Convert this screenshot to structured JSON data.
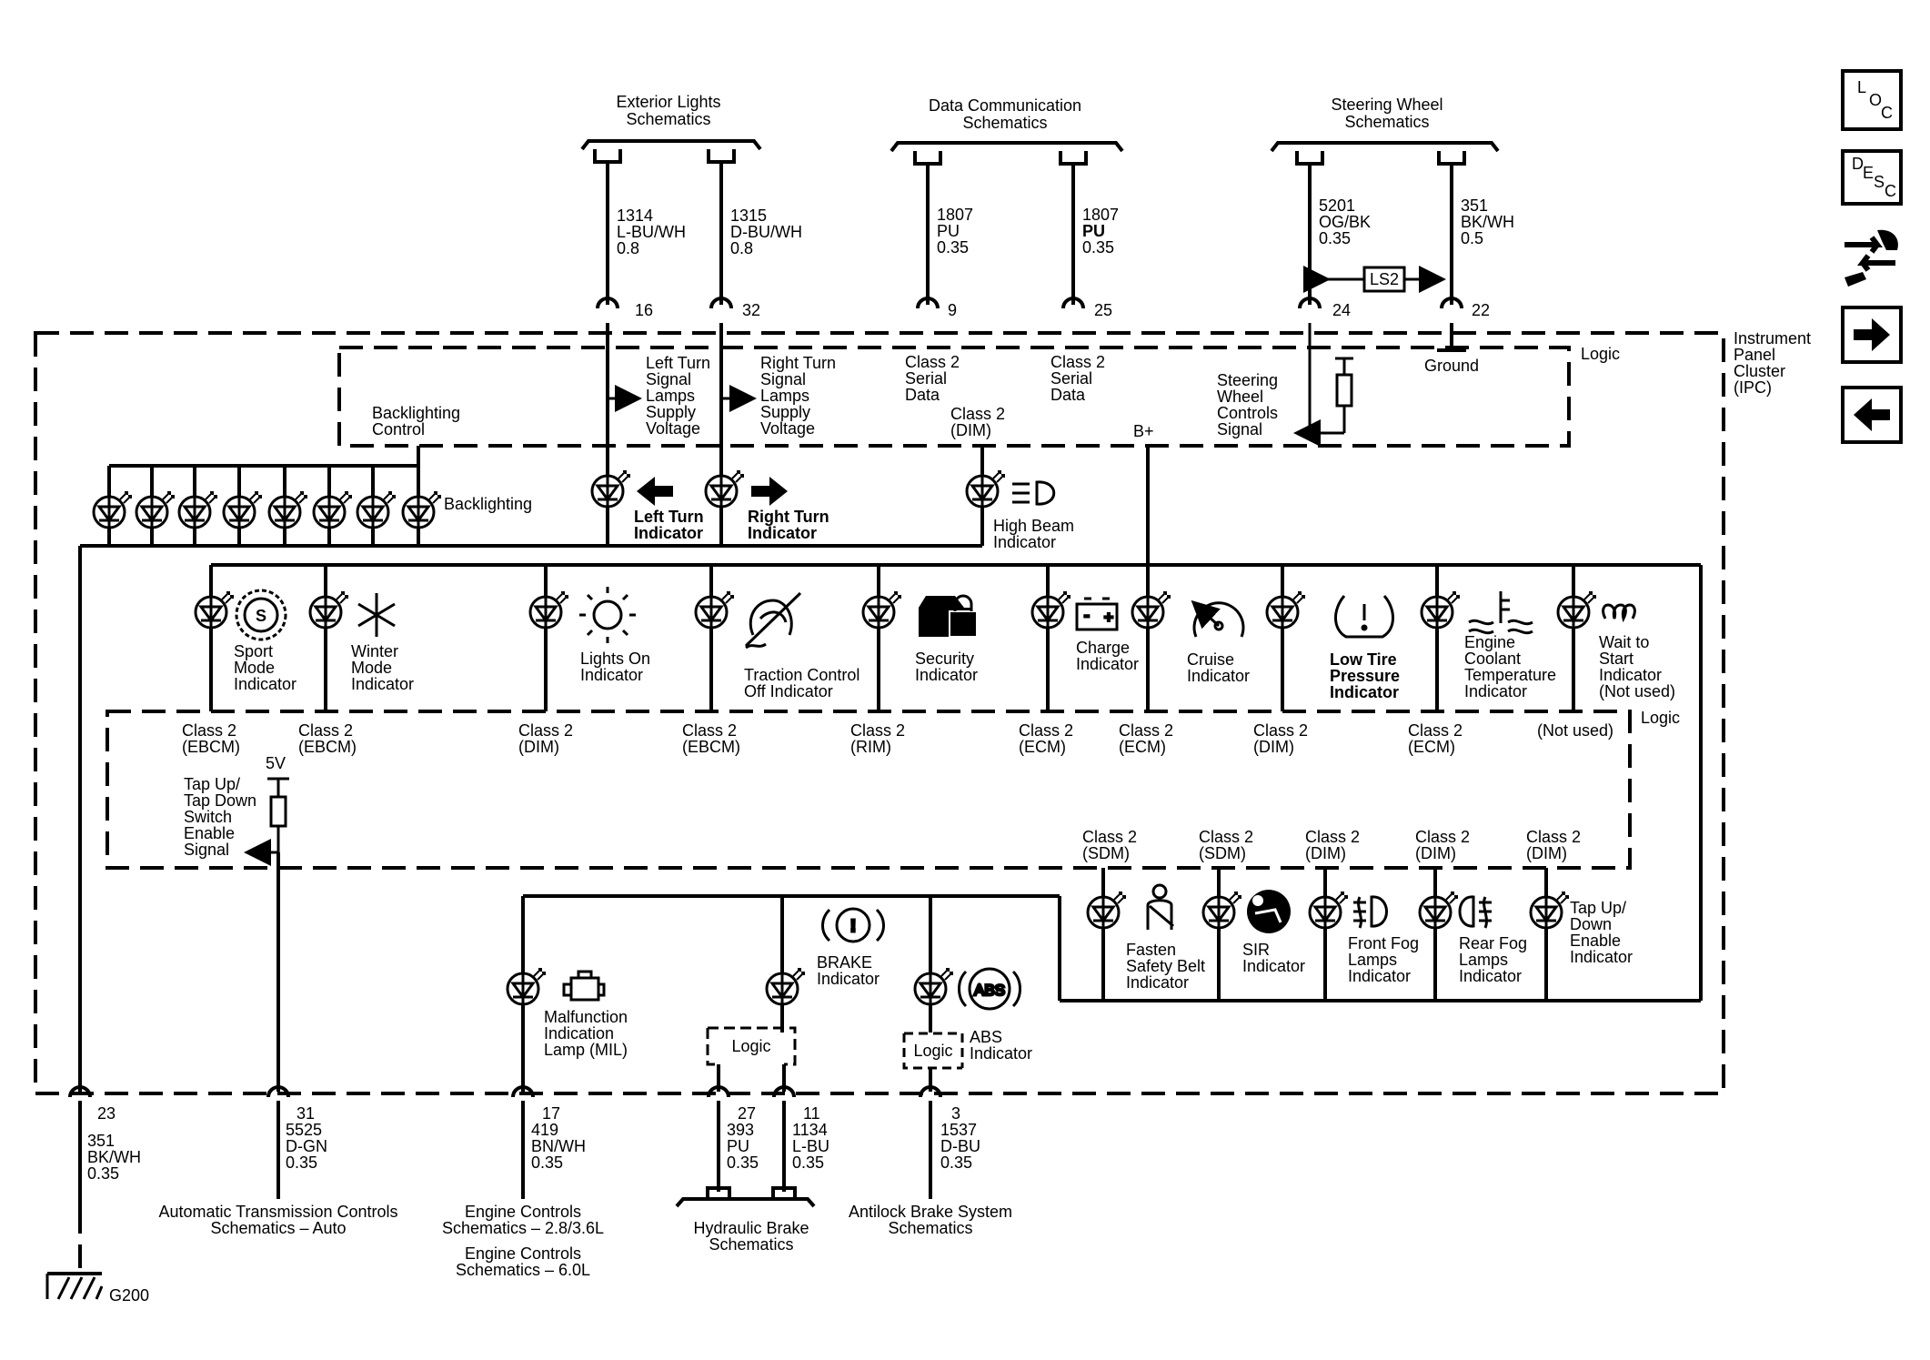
{
  "top_groups": {
    "exterior": "Exterior Lights Schematics",
    "datacomm": "Data Communication Schematics",
    "steering": "Steering Wheel Schematics"
  },
  "top_wires": [
    {
      "circuit": "1314",
      "color": "L-BU/WH",
      "gauge": "0.8",
      "pin": "16"
    },
    {
      "circuit": "1315",
      "color": "D-BU/WH",
      "gauge": "0.8",
      "pin": "32"
    },
    {
      "circuit": "1807",
      "color": "PU",
      "gauge": "0.35",
      "pin": "9"
    },
    {
      "circuit": "1807",
      "color": "PU",
      "gauge": "0.35",
      "pin": "25"
    },
    {
      "circuit": "5201",
      "color": "OG/BK",
      "gauge": "0.35",
      "pin": "24"
    },
    {
      "circuit": "351",
      "color": "BK/WH",
      "gauge": "0.5",
      "pin": "22"
    }
  ],
  "ls2": "LS2",
  "ipc_label": [
    "Instrument",
    "Panel",
    "Cluster",
    "(IPC)"
  ],
  "logic": "Logic",
  "upper_logic": {
    "backlighting_control": [
      "Backlighting",
      "Control"
    ],
    "left_turn": [
      "Left Turn",
      "Signal",
      "Lamps",
      "Supply",
      "Voltage"
    ],
    "right_turn": [
      "Right Turn",
      "Signal",
      "Lamps",
      "Supply",
      "Voltage"
    ],
    "class2_a": [
      "Class 2",
      "Serial",
      "Data"
    ],
    "class2_b": [
      "Class 2",
      "Serial",
      "Data"
    ],
    "class2_dim": [
      "Class 2",
      "(DIM)"
    ],
    "bplus": "B+",
    "steering_controls": [
      "Steering",
      "Wheel",
      "Controls",
      "Signal"
    ],
    "ground": "Ground"
  },
  "backlighting": "Backlighting",
  "left_turn_indicator": [
    "Left Turn",
    "Indicator"
  ],
  "right_turn_indicator": [
    "Right Turn",
    "Indicator"
  ],
  "high_beam_indicator": [
    "High Beam",
    "Indicator"
  ],
  "mid_indicators": [
    [
      "Sport",
      "Mode",
      "Indicator"
    ],
    [
      "Winter",
      "Mode",
      "Indicator"
    ],
    [
      "Lights On",
      "Indicator"
    ],
    [
      "Traction Control",
      "Off Indicator"
    ],
    [
      "Security",
      "Indicator"
    ],
    [
      "Charge",
      "Indicator"
    ],
    [
      "Cruise",
      "Indicator"
    ],
    [
      "Low Tire",
      "Pressure",
      "Indicator"
    ],
    [
      "Engine",
      "Coolant",
      "Temperature",
      "Indicator"
    ],
    [
      "Wait to",
      "Start",
      "Indicator",
      "(Not used)"
    ]
  ],
  "mid_logic_labels": [
    [
      "Class 2",
      "(EBCM)"
    ],
    [
      "Class 2",
      "(EBCM)"
    ],
    [
      "Class 2",
      "(DIM)"
    ],
    [
      "Class 2",
      "(EBCM)"
    ],
    [
      "Class 2",
      "(RIM)"
    ],
    [
      "Class 2",
      "(ECM)"
    ],
    [
      "Class 2",
      "(ECM)"
    ],
    [
      "Class 2",
      "(DIM)"
    ],
    [
      "Class 2",
      "(ECM)"
    ],
    [
      "(Not used)"
    ]
  ],
  "tap_switch": {
    "voltage": "5V",
    "label": [
      "Tap Up/",
      "Tap Down",
      "Switch",
      "Enable",
      "Signal"
    ]
  },
  "lower_logic_labels": [
    [
      "Class 2",
      "(SDM)"
    ],
    [
      "Class 2",
      "(SDM)"
    ],
    [
      "Class 2",
      "(DIM)"
    ],
    [
      "Class 2",
      "(DIM)"
    ],
    [
      "Class 2",
      "(DIM)"
    ]
  ],
  "lower_indicators": [
    [
      "Fasten",
      "Safety Belt",
      "Indicator"
    ],
    [
      "SIR",
      "Indicator"
    ],
    [
      "Front Fog",
      "Lamps",
      "Indicator"
    ],
    [
      "Rear Fog",
      "Lamps",
      "Indicator"
    ],
    [
      "Tap Up/",
      "Down",
      "Enable",
      "Indicator"
    ]
  ],
  "mil": [
    "Malfunction",
    "Indication",
    "Lamp (MIL)"
  ],
  "brake": [
    "BRAKE",
    "Indicator"
  ],
  "abs": [
    "ABS",
    "Indicator"
  ],
  "abs_symbol": "ABS",
  "brake_symbol": "!",
  "sport_symbol": "S",
  "bottom_wires": [
    {
      "pin": "23",
      "circuit": "351",
      "color": "BK/WH",
      "gauge": "0.35"
    },
    {
      "pin": "31",
      "circuit": "5525",
      "color": "D-GN",
      "gauge": "0.35"
    },
    {
      "pin": "17",
      "circuit": "419",
      "color": "BN/WH",
      "gauge": "0.35"
    },
    {
      "pin": "27",
      "circuit": "393",
      "color": "PU",
      "gauge": "0.35"
    },
    {
      "pin": "11",
      "circuit": "1134",
      "color": "L-BU",
      "gauge": "0.35"
    },
    {
      "pin": "3",
      "circuit": "1537",
      "color": "D-BU",
      "gauge": "0.35"
    }
  ],
  "bottom_groups": {
    "trans": [
      "Automatic Transmission Controls",
      "Schematics – Auto"
    ],
    "engine1": [
      "Engine Controls",
      "Schematics – 2.8/3.6L"
    ],
    "engine2": [
      "Engine Controls",
      "Schematics – 6.0L"
    ],
    "hydraulic": [
      "Hydraulic Brake",
      "Schematics"
    ],
    "antilock": [
      "Antilock Brake System",
      "Schematics"
    ]
  },
  "ground_label": "G200",
  "nav": {
    "loc": [
      "L",
      "O",
      "C"
    ],
    "desc": [
      "D",
      "E",
      "S",
      "C"
    ]
  }
}
